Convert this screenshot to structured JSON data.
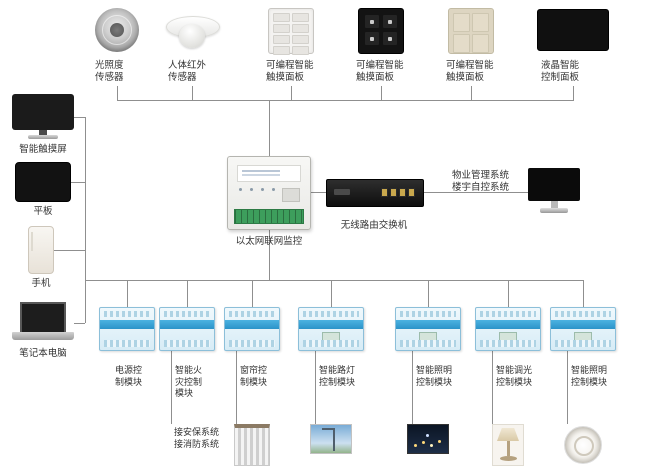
{
  "diagram": {
    "colors": {
      "line": "#8f8f8f",
      "module_blue": "#2b93c9",
      "terminal_green": "#3d9e5c"
    },
    "top_devices": [
      {
        "label": "光照度\n传感器"
      },
      {
        "label": "人体红外\n传感器"
      },
      {
        "label": "可编程智能\n触摸面板"
      },
      {
        "label": "可编程智能\n触摸面板"
      },
      {
        "label": "可编程智能\n触摸面板"
      },
      {
        "label": "液晶智能\n控制面板"
      }
    ],
    "left_devices": [
      {
        "label": "智能触摸屏"
      },
      {
        "label": "平板"
      },
      {
        "label": "手机"
      },
      {
        "label": "笔记本电脑"
      }
    ],
    "center": {
      "controller_label": "以太网联网监控",
      "router_label": "无线路由交换机",
      "management_system_label": "物业管理系统\n楼宇自控系统"
    },
    "bottom_modules": [
      {
        "label": "电源控\n制模块"
      },
      {
        "label": "智能火\n灾控制\n模块",
        "sub_label": "接安保系统\n接消防系统"
      },
      {
        "label": "窗帘控\n制模块"
      },
      {
        "label": "智能路灯\n控制模块"
      },
      {
        "label": "智能照明\n控制模块"
      },
      {
        "label": "智能调光\n控制模块"
      },
      {
        "label": "智能照明\n控制模块"
      }
    ]
  }
}
